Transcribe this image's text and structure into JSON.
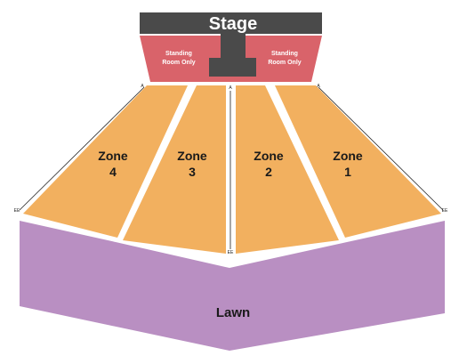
{
  "colors": {
    "stage": "#4a4a4a",
    "standing_room": "#d9636a",
    "zones": "#f2b05f",
    "lawn": "#b98fc2",
    "row_line": "#222222"
  },
  "stage": {
    "label": "Stage"
  },
  "standing_room": {
    "left": {
      "line1": "Standing",
      "line2": "Room Only"
    },
    "right": {
      "line1": "Standing",
      "line2": "Room Only"
    }
  },
  "zones": [
    {
      "id": "zone-4",
      "line1": "Zone",
      "line2": "4"
    },
    {
      "id": "zone-3",
      "line1": "Zone",
      "line2": "3"
    },
    {
      "id": "zone-2",
      "line1": "Zone",
      "line2": "2"
    },
    {
      "id": "zone-1",
      "line1": "Zone",
      "line2": "1"
    }
  ],
  "lawn": {
    "label": "Lawn"
  },
  "row_markers": {
    "left_front": "A",
    "center_front": "A",
    "right_front": "A",
    "left_back": "EE",
    "center_back": "EE",
    "right_back": "EE"
  }
}
